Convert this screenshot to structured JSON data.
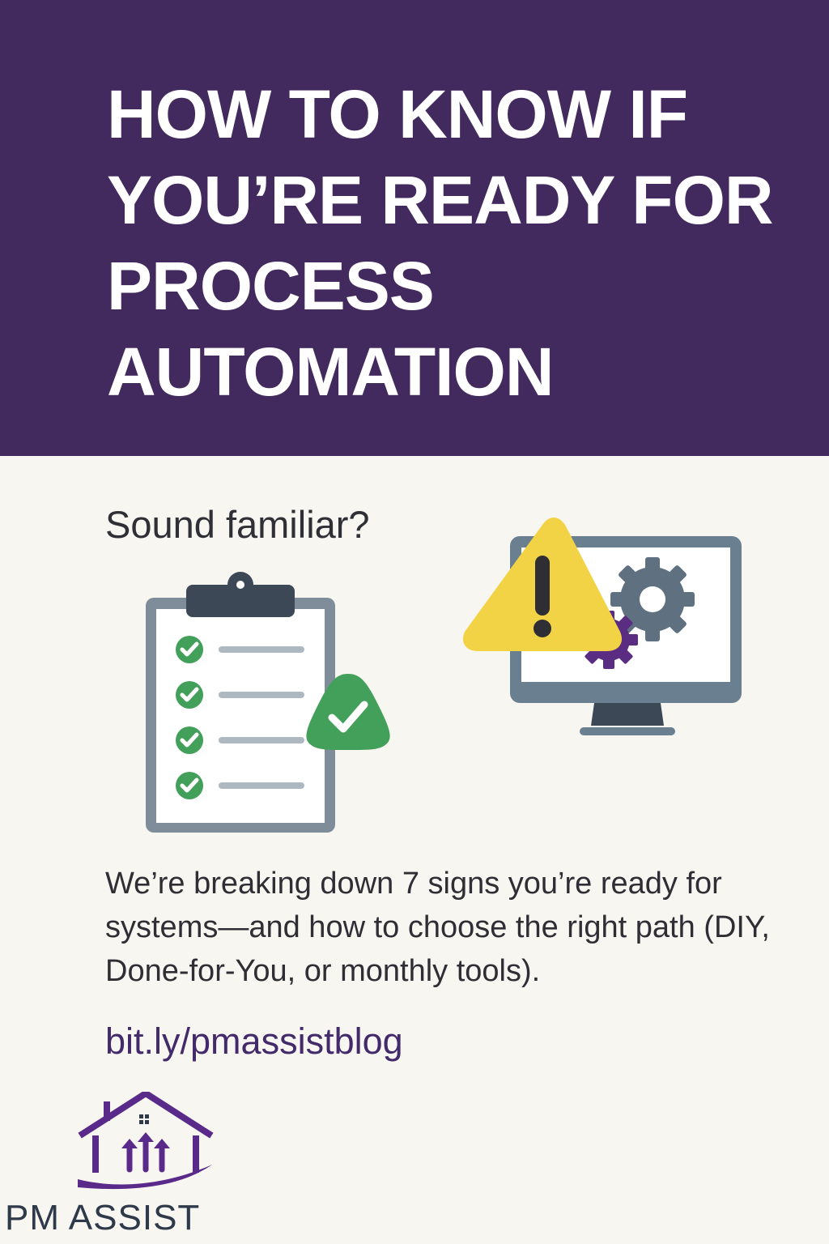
{
  "header": {
    "title": "HOW TO KNOW IF YOU’RE READY FOR PROCESS AUTOMATION",
    "background": "#432a5e"
  },
  "main": {
    "subheading": "Sound familiar?",
    "illustrations": [
      {
        "name": "clipboard-checklist-icon",
        "accent": "#43a05a"
      },
      {
        "name": "monitor-warning-gears-icon",
        "accent": "#f3d346"
      }
    ],
    "body": "We’re breaking down 7 signs you’re ready for systems—and how to choose the right path (DIY, Done-for-You, or monthly tools).",
    "link": "bit.ly/pmassistblog"
  },
  "logo": {
    "text": "PM ASSIST",
    "color": "#5a2a8a"
  }
}
